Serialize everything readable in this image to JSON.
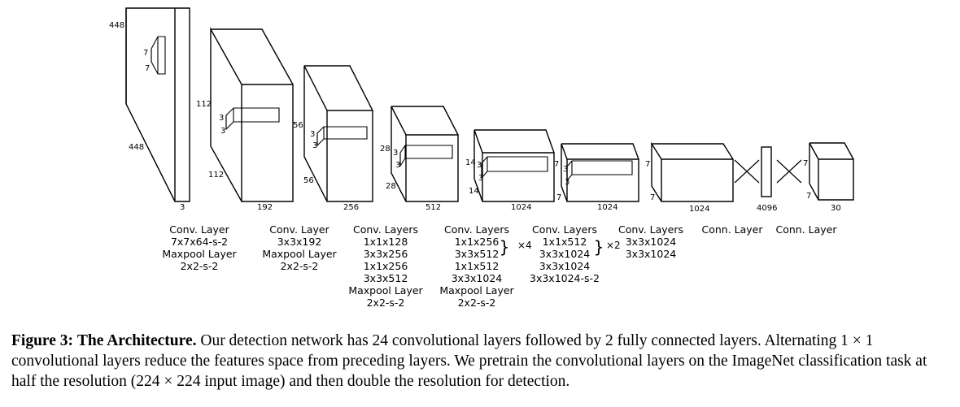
{
  "diagram": {
    "blocks": [
      {
        "dims": [
          "448",
          "448",
          "3",
          "7",
          "7"
        ]
      },
      {
        "dims": [
          "112",
          "112",
          "192",
          "3",
          "3"
        ]
      },
      {
        "dims": [
          "56",
          "56",
          "256",
          "3",
          "3"
        ]
      },
      {
        "dims": [
          "28",
          "28",
          "512",
          "3",
          "3"
        ]
      },
      {
        "dims": [
          "14",
          "14",
          "1024",
          "3",
          "3"
        ]
      },
      {
        "dims": [
          "7",
          "7",
          "1024",
          "3",
          "3"
        ]
      },
      {
        "dims": [
          "7",
          "7",
          "1024"
        ]
      },
      {
        "dims": [
          "4096"
        ]
      },
      {
        "dims": [
          "7",
          "7",
          "30"
        ]
      }
    ],
    "layer_labels": [
      {
        "lines": [
          "Conv. Layer",
          "7x7x64-s-2",
          "Maxpool Layer",
          "2x2-s-2"
        ]
      },
      {
        "lines": [
          "Conv. Layer",
          "3x3x192",
          "Maxpool Layer",
          "2x2-s-2"
        ]
      },
      {
        "lines": [
          "Conv. Layers",
          "1x1x128",
          "3x3x256",
          "1x1x256",
          "3x3x512",
          "Maxpool Layer",
          "2x2-s-2"
        ]
      },
      {
        "lines": [
          "Conv. Layers",
          "1x1x256",
          "3x3x512",
          "1x1x512",
          "3x3x1024",
          "Maxpool Layer",
          "2x2-s-2"
        ],
        "repeat": "×4"
      },
      {
        "lines": [
          "Conv. Layers",
          "1x1x512",
          "3x3x1024",
          "3x3x1024",
          "3x3x1024-s-2"
        ],
        "repeat": "×2"
      },
      {
        "lines": [
          "Conv. Layers",
          "3x3x1024",
          "3x3x1024"
        ]
      },
      {
        "lines": [
          "Conn. Layer"
        ]
      },
      {
        "lines": [
          "Conn. Layer"
        ]
      }
    ]
  },
  "caption": {
    "label": "Figure 3:",
    "title": "The Architecture.",
    "body": "Our detection network has 24 convolutional layers followed by 2 fully connected layers. Alternating 1 × 1 convolutional layers reduce the features space from preceding layers. We pretrain the convolutional layers on the ImageNet classification task at half the resolution (224 × 224 input image) and then double the resolution for detection."
  }
}
